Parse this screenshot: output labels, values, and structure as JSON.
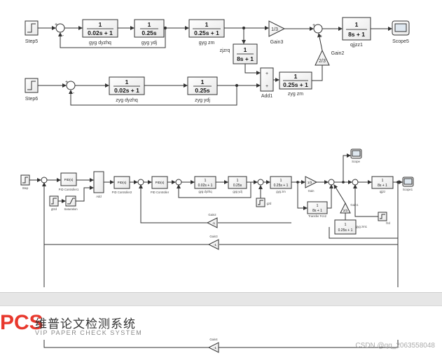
{
  "top": {
    "step5": "Step5",
    "step6": "Step6",
    "b_gyg_dyzhq": {
      "num": "1",
      "den": "0.02s + 1",
      "label": "gyg dyzhq"
    },
    "b_gyg_ydj": {
      "num": "1",
      "den": "0.25s",
      "label": "gyg ydj"
    },
    "b_gyg_zm": {
      "num": "1",
      "den": "0.25s + 1",
      "label": "gyg zm"
    },
    "b_zjzrq": {
      "num": "1",
      "den": "8s + 1",
      "label": "zjzrq"
    },
    "b_qjjzz1": {
      "num": "1",
      "den": "8s + 1",
      "label": "qjjzz1"
    },
    "b_zyg_dyzhq": {
      "num": "1",
      "den": "0.02s + 1",
      "label": "zyg dyzhq"
    },
    "b_zyg_ydj": {
      "num": "1",
      "den": "0.25s",
      "label": "zyg ydj"
    },
    "b_zyg_zm": {
      "num": "1",
      "den": "0.25s + 1",
      "label": "zyg zm"
    },
    "gain3": {
      "value": "1/3",
      "label": "Gain3"
    },
    "gain2": {
      "value": "2/3",
      "label": "Gain2"
    },
    "add1": "Add1",
    "scope5": "Scope5"
  },
  "bottom": {
    "step": "Step",
    "pid_controller1": "PID Controller1",
    "pid_controller2": "PID Controller2",
    "pid_controller": "PID Controller",
    "pid_text": "PID(s)",
    "gtzd": "gtzd",
    "saturation": "Saturation",
    "add": "Add",
    "b_dyzh": {
      "num": "1",
      "den": "0.02s + 1",
      "label": "gyg dyzhq"
    },
    "b_ydj": {
      "num": "1",
      "den": "0.25s",
      "label": "gyg ydj"
    },
    "b_zm": {
      "num": "1",
      "den": "0.25s + 1",
      "label": "gyg zm"
    },
    "b_tf": {
      "num": "1",
      "den": "8s + 1",
      "label": "Transfer Fcn2"
    },
    "b_qjjz": {
      "num": "1",
      "den": "8s + 1",
      "label": "qjjzz"
    },
    "b_tf3": {
      "num": "1",
      "den": "0.25s + 1",
      "label": "gyg zm1"
    },
    "gain": {
      "value": "1/3",
      "label": "Gain"
    },
    "gain1": {
      "value": "2/3",
      "label": "Gain1"
    },
    "gain2": "Gain2",
    "gain3": "Gain3",
    "gain4": "Gain4",
    "gain_val": "-1",
    "scope": "Scope",
    "scope1": "Scope1",
    "gzd": "gzd",
    "fzd": "fzd"
  },
  "logo": {
    "mark": "PCS",
    "cn": "维普论文检测系统",
    "en": "VIP PAPER CHECK SYSTEM"
  },
  "watermark": "CSDN @qq_2063558048",
  "colors": {
    "line": "#333333",
    "block_fill": "#ffffff",
    "logo_red": "#e8382d"
  }
}
